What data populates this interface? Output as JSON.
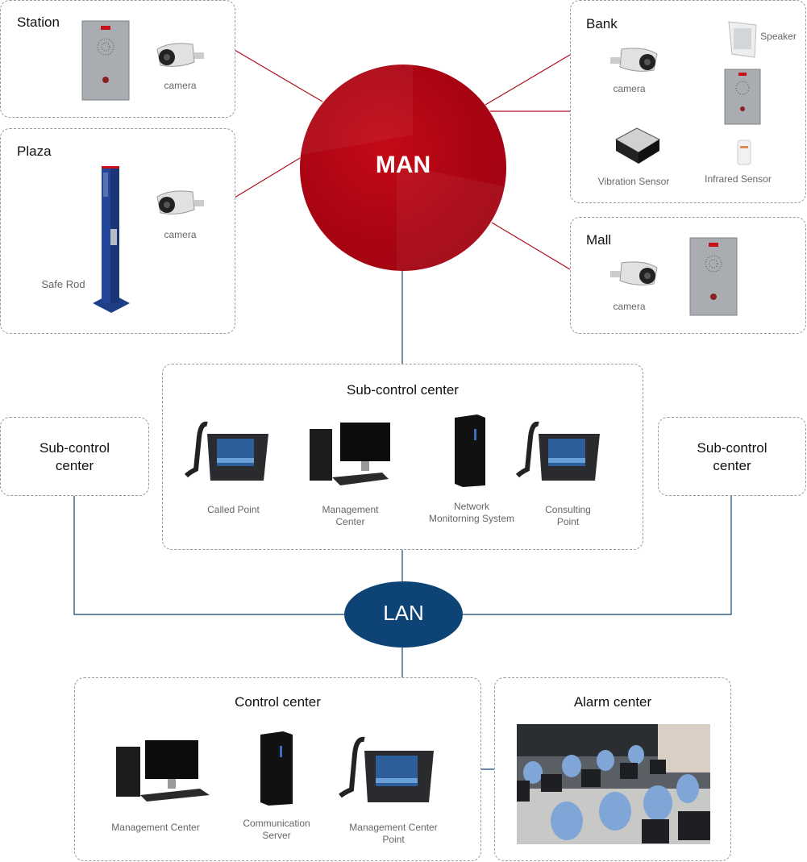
{
  "colors": {
    "man": "#a80412",
    "lan": "#0d4475",
    "man_link": "#b01020",
    "lan_link": "#0d4475",
    "border": "#9a9a9a"
  },
  "man": {
    "label": "MAN"
  },
  "lan": {
    "label": "LAN"
  },
  "sites": {
    "station": {
      "title": "Station",
      "devices": [
        {
          "name": "intercom-panel",
          "label": ""
        },
        {
          "name": "camera",
          "label": "camera"
        }
      ]
    },
    "plaza": {
      "title": "Plaza",
      "devices": [
        {
          "name": "safe-rod",
          "label": "Safe Rod"
        },
        {
          "name": "camera",
          "label": "camera"
        }
      ]
    },
    "bank": {
      "title": "Bank",
      "devices": [
        {
          "name": "camera",
          "label": "camera"
        },
        {
          "name": "speaker",
          "label": "Speaker"
        },
        {
          "name": "intercom-panel",
          "label": ""
        },
        {
          "name": "vibration-sensor",
          "label": "Vibration Sensor"
        },
        {
          "name": "infrared-sensor",
          "label": "Infrared Sensor"
        }
      ]
    },
    "mall": {
      "title": "Mall",
      "devices": [
        {
          "name": "camera",
          "label": "camera"
        },
        {
          "name": "intercom-panel",
          "label": ""
        }
      ]
    }
  },
  "sub_control_main": {
    "title": "Sub-control center",
    "devices": [
      {
        "name": "ip-phone",
        "label": "Called Point"
      },
      {
        "name": "desktop-pc",
        "label": "Management Center"
      },
      {
        "name": "server-rack",
        "label": "Network Monitoring System"
      },
      {
        "name": "ip-phone",
        "label": "Consulting Point"
      }
    ],
    "label_lines": [
      [
        "Called Point"
      ],
      [
        "Management",
        "Center"
      ],
      [
        "Network",
        "Monitorning System"
      ],
      [
        "Consulting",
        "Point"
      ]
    ]
  },
  "sub_control_left": {
    "line1": "Sub-control",
    "line2": "center"
  },
  "sub_control_right": {
    "line1": "Sub-control",
    "line2": "center"
  },
  "control_center": {
    "title": "Control center",
    "labels": [
      [
        "Management Center"
      ],
      [
        "Communication",
        "Server"
      ],
      [
        "Management Center",
        "Point"
      ]
    ]
  },
  "alarm_center": {
    "title": "Alarm center",
    "photo": "operators-at-workstations"
  }
}
